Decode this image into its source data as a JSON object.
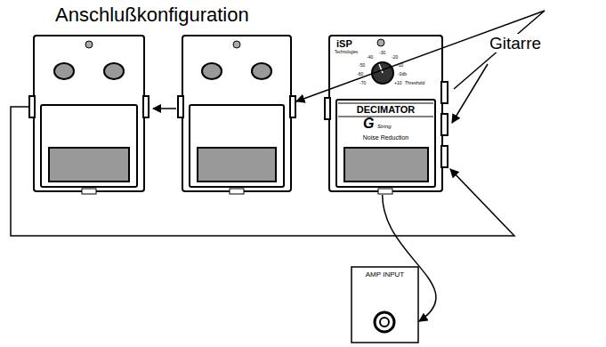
{
  "diagram": {
    "title": "Anschlußkonfiguration",
    "nodes": [
      {
        "text": [
          "iSP",
          "Technologies",
          "-40",
          "-30",
          "-20",
          "-50",
          "-10",
          "-60",
          "-0db",
          "-70",
          "+10",
          "Threshold",
          "DECIMATOR",
          "G",
          "String",
          "Noise Reduction"
        ]
      },
      {
        "text": [
          "AMP INPUT"
        ]
      }
    ],
    "edges": [
      {
        "from": 0,
        "to": 1,
        "arrow": "to"
      }
    ],
    "labels": [
      "Gitarre"
    ]
  }
}
